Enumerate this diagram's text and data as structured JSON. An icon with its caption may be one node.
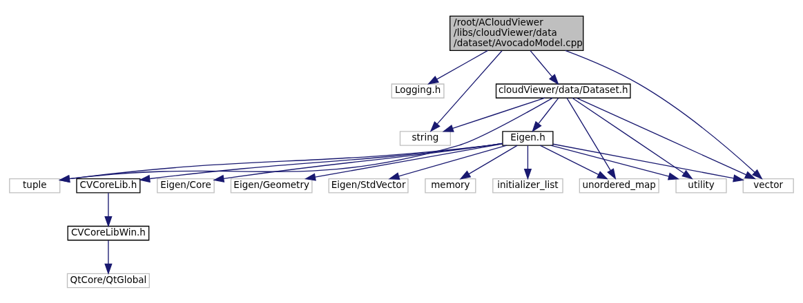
{
  "diagram": {
    "nodes": [
      {
        "text": [
          "/root/ACloudViewer /libs/cloudViewer/data /dataset/AvocadoModel.cpp"
        ]
      },
      {
        "text": [
          "Logging.h"
        ]
      },
      {
        "text": [
          "string"
        ]
      },
      {
        "text": [
          "cloudViewer/data/Dataset.h"
        ]
      },
      {
        "text": [
          "Eigen.h"
        ]
      },
      {
        "text": [
          "unordered_map"
        ]
      },
      {
        "text": [
          "utility"
        ]
      },
      {
        "text": [
          "tuple"
        ]
      },
      {
        "text": [
          "initializer_list"
        ]
      },
      {
        "text": [
          "CVCoreLib.h"
        ]
      },
      {
        "text": [
          "Eigen/Core"
        ]
      },
      {
        "text": [
          "Eigen/Geometry"
        ]
      },
      {
        "text": [
          "Eigen/StdVector"
        ]
      },
      {
        "text": [
          "memory"
        ]
      },
      {
        "text": [
          "vector"
        ]
      },
      {
        "text": [
          "CVCoreLibWin.h"
        ]
      },
      {
        "text": [
          "QtCore/QtGlobal"
        ]
      }
    ],
    "edges": [
      {
        "from": 0,
        "to": 1,
        "arrow": "to"
      },
      {
        "from": 0,
        "to": 2,
        "arrow": "to"
      },
      {
        "from": 0,
        "to": 3,
        "arrow": "to"
      },
      {
        "from": 0,
        "to": 14,
        "arrow": "to"
      },
      {
        "from": 3,
        "to": 2,
        "arrow": "to"
      },
      {
        "from": 3,
        "to": 4,
        "arrow": "to"
      },
      {
        "from": 3,
        "to": 5,
        "arrow": "to"
      },
      {
        "from": 3,
        "to": 6,
        "arrow": "to"
      },
      {
        "from": 3,
        "to": 7,
        "arrow": "to"
      },
      {
        "from": 3,
        "to": 14,
        "arrow": "to"
      },
      {
        "from": 4,
        "to": 5,
        "arrow": "to"
      },
      {
        "from": 4,
        "to": 6,
        "arrow": "to"
      },
      {
        "from": 4,
        "to": 7,
        "arrow": "to"
      },
      {
        "from": 4,
        "to": 8,
        "arrow": "to"
      },
      {
        "from": 4,
        "to": 9,
        "arrow": "to"
      },
      {
        "from": 4,
        "to": 10,
        "arrow": "to"
      },
      {
        "from": 4,
        "to": 11,
        "arrow": "to"
      },
      {
        "from": 4,
        "to": 12,
        "arrow": "to"
      },
      {
        "from": 4,
        "to": 13,
        "arrow": "to"
      },
      {
        "from": 4,
        "to": 14,
        "arrow": "to"
      },
      {
        "from": 9,
        "to": 15,
        "arrow": "to"
      },
      {
        "from": 15,
        "to": 16,
        "arrow": "to"
      }
    ]
  }
}
